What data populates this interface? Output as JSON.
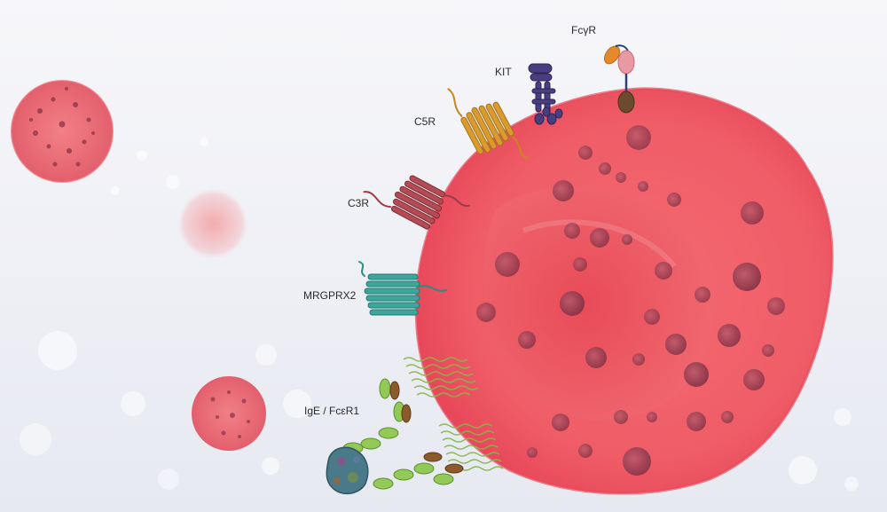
{
  "labels": {
    "fcgr": "FcγR",
    "kit": "KIT",
    "c5r": "C5R",
    "c3r": "C3R",
    "mrgprx2": "MRGPRX2",
    "ige": "IgE / FcεR1"
  },
  "colors": {
    "background": "#f3f4f8",
    "cell": "#f0636c",
    "cell_dark": "#d94a55",
    "granule": "#9a3a4f",
    "c5r": "#d79a2b",
    "c3r": "#a8434c",
    "mrgprx2": "#3aa39a",
    "kit": "#4a3d7a",
    "ige_green": "#8cc152",
    "ige_brown": "#8b5a2b"
  }
}
